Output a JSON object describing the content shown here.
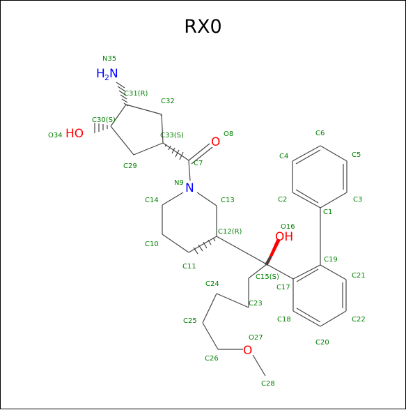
{
  "title": "RX0",
  "colors": {
    "bond": "#444444",
    "label": "#008000",
    "nitrogen": "#0000ff",
    "oxygen": "#ff0000",
    "frame": "#000000"
  },
  "atom_labels": {
    "n35": "N35",
    "c31": "C31(R)",
    "c32": "C32",
    "c30": "C30(S)",
    "o34": "O34",
    "c33": "C33(S)",
    "o8": "O8",
    "c29": "C29",
    "c7": "C7",
    "n9": "N9",
    "c14": "C14",
    "c13": "C13",
    "c12": "C12(R)",
    "c10": "C10",
    "c11": "C11",
    "o16": "O16",
    "c15": "C15(S)",
    "c17": "C17",
    "c24": "C24",
    "c23": "C23",
    "c25": "C25",
    "o27": "O27",
    "c26": "C26",
    "c28": "C28",
    "c6": "C6",
    "c4": "C4",
    "c5": "C5",
    "c2": "C2",
    "c3": "C3",
    "c1": "C1",
    "c19": "C19",
    "c21": "C21",
    "c18": "C18",
    "c22": "C22",
    "c20": "C20"
  },
  "element_labels": {
    "amine_h": "H",
    "amine_sub": "2",
    "amine_n": "N",
    "hydroxyl_left": "HO",
    "carbonyl_o": "O",
    "ring_n": "N",
    "hydroxyl_right": "OH",
    "ether_o": "O"
  }
}
